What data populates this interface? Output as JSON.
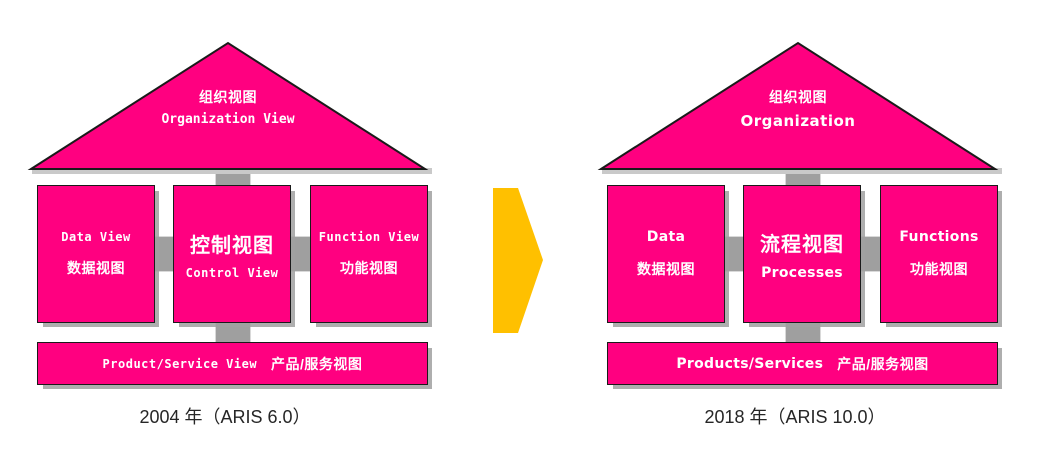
{
  "colors": {
    "pink": "#ff0080",
    "gray_structure": "#9f9f9f",
    "gray_shadow": "#c9c9c9",
    "arrow_yellow": "#ffc000",
    "outline": "#1a1a1a",
    "text_white": "#ffffff",
    "caption_text": "#262626"
  },
  "houses": [
    {
      "id": "aris-6",
      "roof": {
        "cn": "组织视图",
        "en": "Organization View"
      },
      "boxes": {
        "data": {
          "en": "Data View",
          "cn": "数据视图"
        },
        "center": {
          "cn_big": "控制视图",
          "en": "Control View"
        },
        "function": {
          "en": "Function View",
          "cn": "功能视图"
        },
        "bottom": {
          "en": "Product/Service View",
          "cn": "产品/服务视图"
        }
      },
      "caption": "2004 年（ARIS 6.0）"
    },
    {
      "id": "aris-10",
      "roof": {
        "cn": "组织视图",
        "en": "Organization"
      },
      "boxes": {
        "data": {
          "en": "Data",
          "cn": "数据视图"
        },
        "center": {
          "cn_big": "流程视图",
          "en": "Processes"
        },
        "function": {
          "en": "Functions",
          "cn": "功能视图"
        },
        "bottom": {
          "en": "Products/Services",
          "cn": "产品/服务视图"
        }
      },
      "caption": "2018 年（ARIS 10.0）"
    }
  ],
  "arrow": {
    "name": "evolution-arrow",
    "direction": "right",
    "color": "#ffc000"
  }
}
